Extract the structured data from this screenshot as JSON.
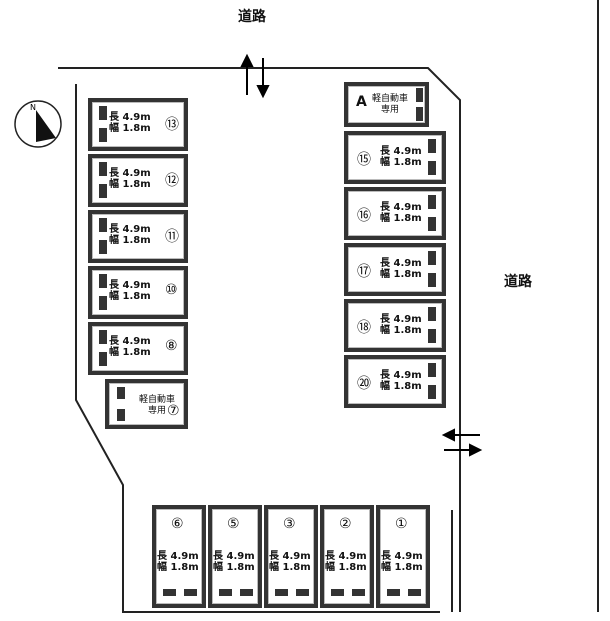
{
  "roads": {
    "top": "道路",
    "right": "道路"
  },
  "compass": {
    "label": "N"
  },
  "dimension": {
    "length_label": "長",
    "width_label": "幅",
    "length": "4.9m",
    "width": "1.8m"
  },
  "kei": {
    "line1": "軽自動車",
    "line2": "専用"
  },
  "left_slots": [
    "⑬",
    "⑫",
    "⑪",
    "⑩",
    "⑧"
  ],
  "left_kei": {
    "number": "⑦"
  },
  "right_kei": {
    "number": "A"
  },
  "right_slots": [
    "⑮",
    "⑯",
    "⑰",
    "⑱",
    "⑳"
  ],
  "bottom_slots": [
    "⑥",
    "⑤",
    "③",
    "②",
    "①"
  ]
}
